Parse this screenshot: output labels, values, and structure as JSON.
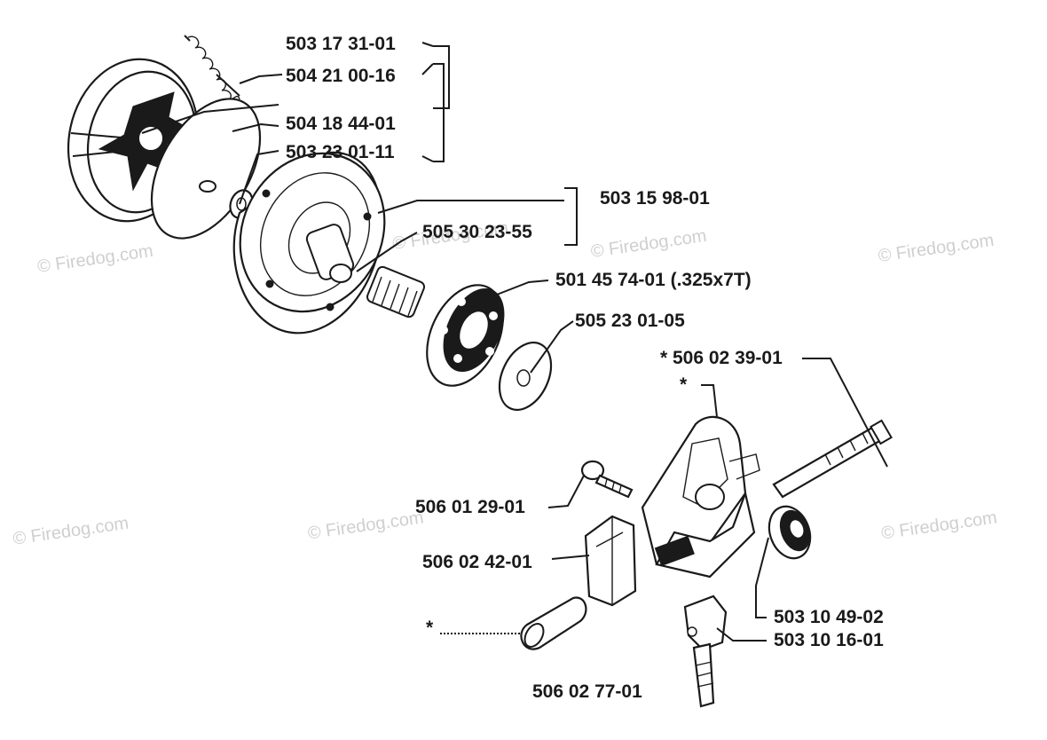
{
  "watermark": "© Firedog.com",
  "labels": {
    "p1": "503 17 31-01",
    "p2": "504 21 00-16",
    "p3": "504 18 44-01",
    "p4": "503 23 01-11",
    "p5": "503 15 98-01",
    "p6": "505 30 23-55",
    "p7": "501 45 74-01 (.325x7T)",
    "p8": "505 23 01-05",
    "p9": "* 506 02 39-01",
    "p10": "*",
    "p11": "506 01 29-01",
    "p12": "506 02 42-01",
    "p13": "503 10 49-02",
    "p14": "503 10 16-01",
    "p15": "*",
    "p16": "506 02 77-01"
  }
}
